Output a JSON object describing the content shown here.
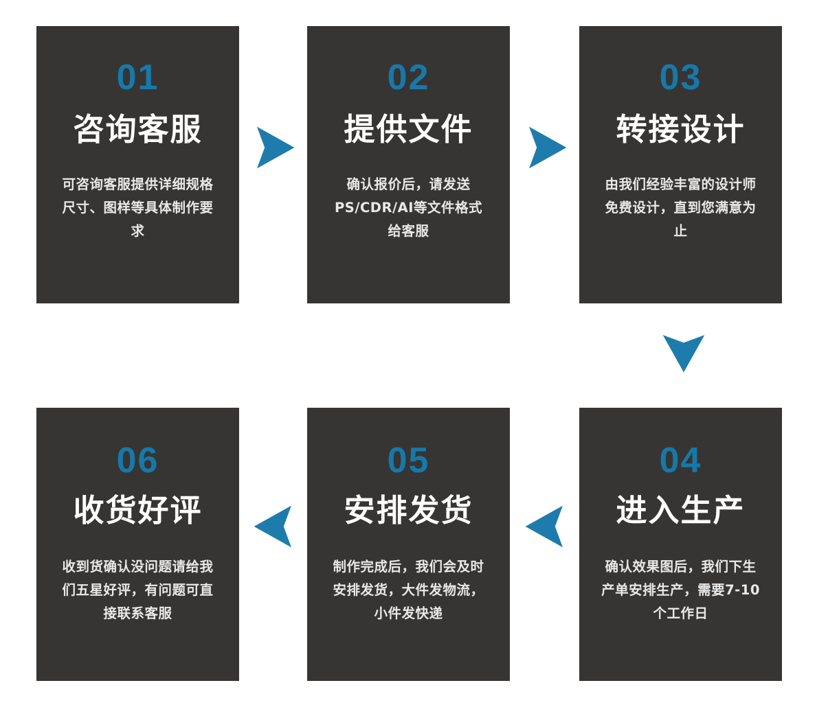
{
  "theme": {
    "page_background": "#ffffff",
    "card_background": "#373534",
    "accent_blue": "#1679aa",
    "title_color": "#ffffff",
    "desc_color": "#e9e9e9"
  },
  "diagram": {
    "type": "process-flow",
    "step_count": 6,
    "steps": [
      {
        "number": "01",
        "title": "咨询客服",
        "desc": "可咨询客服提供详细规格尺寸、图样等具体制作要求"
      },
      {
        "number": "02",
        "title": "提供文件",
        "desc": "确认报价后，请发送PS/CDR/AI等文件格式给客服"
      },
      {
        "number": "03",
        "title": "转接设计",
        "desc": "由我们经验丰富的设计师免费设计，直到您满意为止"
      },
      {
        "number": "04",
        "title": "进入生产",
        "desc": "确认效果图后，我们下生产单安排生产，需要7-10个工作日"
      },
      {
        "number": "05",
        "title": "安排发货",
        "desc": "制作完成后，我们会及时安排发货，大件发物流，小件发快递"
      },
      {
        "number": "06",
        "title": "收货好评",
        "desc": "收到货确认没问题请给我们五星好评，有问题可直接联系客服"
      }
    ],
    "connectors": [
      {
        "id": "arrow-1-2",
        "from": "01",
        "to": "02",
        "direction": "right"
      },
      {
        "id": "arrow-2-3",
        "from": "02",
        "to": "03",
        "direction": "right"
      },
      {
        "id": "arrow-3-4",
        "from": "03",
        "to": "04",
        "direction": "down"
      },
      {
        "id": "arrow-4-5",
        "from": "04",
        "to": "05",
        "direction": "left"
      },
      {
        "id": "arrow-5-6",
        "from": "05",
        "to": "06",
        "direction": "left"
      }
    ]
  }
}
